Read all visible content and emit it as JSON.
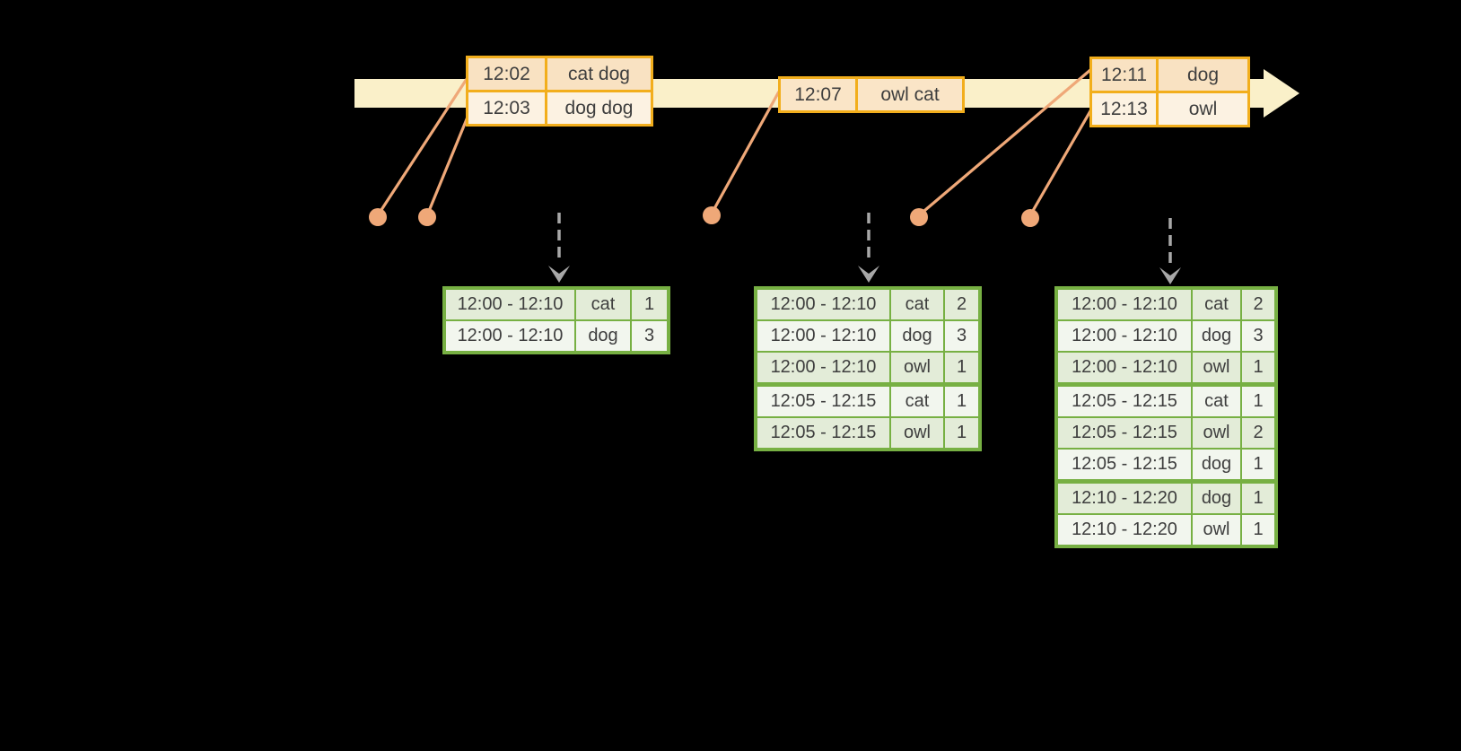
{
  "colors": {
    "background": "#000000",
    "timeline_band": "#FAF0C9",
    "event_border": "#F2AE1C",
    "event_row_dark": "#F9E2C2",
    "event_row_mid": "#FAE5C7",
    "event_row_light": "#FCF2E2",
    "connector": "#EFA878",
    "arrow_gray": "#A8A8A8",
    "result_border": "#77B043",
    "result_row_dark": "#E3ECD8",
    "result_row_light": "#F2F6EE",
    "text": "#3E3E3E"
  },
  "event_tables": [
    {
      "rows": [
        {
          "time": "12:02",
          "words": "cat dog"
        },
        {
          "time": "12:03",
          "words": "dog dog"
        }
      ]
    },
    {
      "rows": [
        {
          "time": "12:07",
          "words": "owl cat"
        }
      ]
    },
    {
      "rows": [
        {
          "time": "12:11",
          "words": "dog"
        },
        {
          "time": "12:13",
          "words": "owl"
        }
      ]
    }
  ],
  "result_tables": [
    {
      "rows": [
        {
          "window": "12:00 - 12:10",
          "word": "cat",
          "count": "1"
        },
        {
          "window": "12:00 - 12:10",
          "word": "dog",
          "count": "3"
        }
      ]
    },
    {
      "rows": [
        {
          "window": "12:00 - 12:10",
          "word": "cat",
          "count": "2"
        },
        {
          "window": "12:00 - 12:10",
          "word": "dog",
          "count": "3"
        },
        {
          "window": "12:00 - 12:10",
          "word": "owl",
          "count": "1"
        },
        {
          "window": "12:05 - 12:15",
          "word": "cat",
          "count": "1"
        },
        {
          "window": "12:05 - 12:15",
          "word": "owl",
          "count": "1"
        }
      ]
    },
    {
      "rows": [
        {
          "window": "12:00 - 12:10",
          "word": "cat",
          "count": "2"
        },
        {
          "window": "12:00 - 12:10",
          "word": "dog",
          "count": "3"
        },
        {
          "window": "12:00 - 12:10",
          "word": "owl",
          "count": "1"
        },
        {
          "window": "12:05 - 12:15",
          "word": "cat",
          "count": "1"
        },
        {
          "window": "12:05 - 12:15",
          "word": "owl",
          "count": "2"
        },
        {
          "window": "12:05 - 12:15",
          "word": "dog",
          "count": "1"
        },
        {
          "window": "12:10 - 12:20",
          "word": "dog",
          "count": "1"
        },
        {
          "window": "12:10 - 12:20",
          "word": "owl",
          "count": "1"
        }
      ]
    }
  ]
}
